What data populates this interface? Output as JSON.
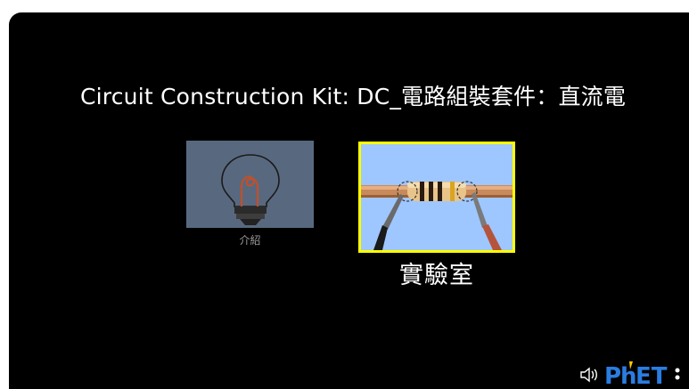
{
  "home": {
    "title": "Circuit Construction Kit: DC_電路組裝套件：直流電",
    "screens": [
      {
        "label": "介紹",
        "icon": "lightbulb-icon",
        "selected": false
      },
      {
        "label": "實驗室",
        "icon": "resistor-voltmeter-icon",
        "selected": true
      }
    ]
  },
  "footer": {
    "sound_icon": "speaker-icon",
    "logo_text": "PhET",
    "menu_icon": "vertical-ellipsis-icon"
  },
  "colors": {
    "background": "#000000",
    "selected_border": "#ffff00",
    "intro_thumb_bg": "#58697f",
    "lab_thumb_bg": "#9fc7ff",
    "phet_blue": "#2a7de1",
    "phet_yellow": "#ffcc00"
  }
}
